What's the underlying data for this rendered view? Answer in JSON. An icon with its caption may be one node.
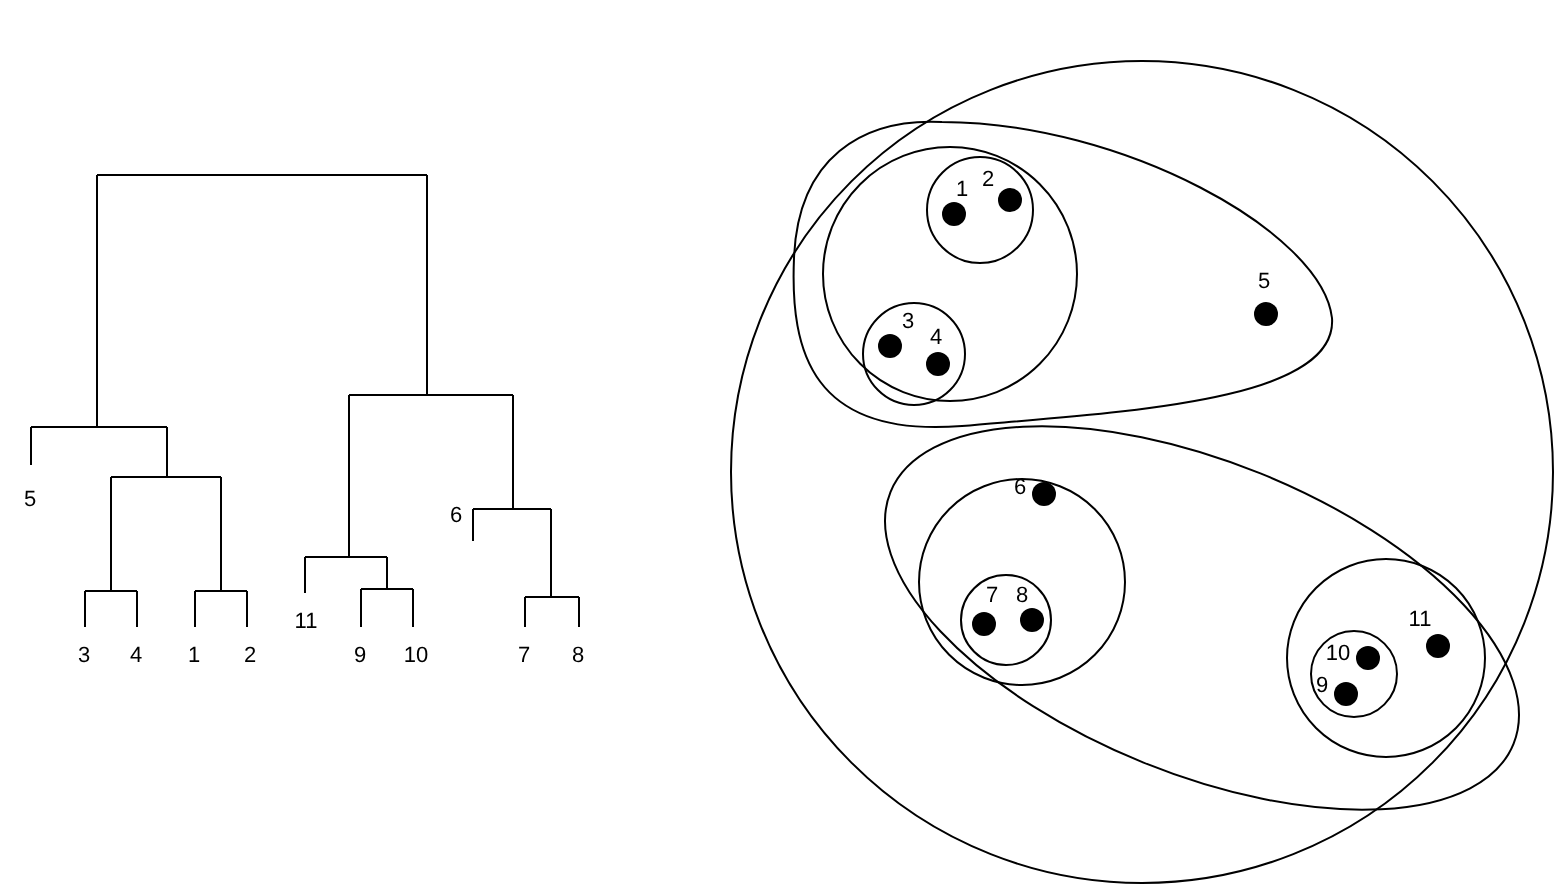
{
  "diagram": {
    "nodes": [
      {
        "text": [],
        "shape": "circle"
      },
      {
        "text": [],
        "shape": "oval",
        "in": 0
      },
      {
        "text": [],
        "shape": "circle",
        "in": 1
      },
      {
        "text": [],
        "shape": "circle",
        "in": 2
      },
      {
        "text": [],
        "shape": "dot",
        "in": 3,
        "beside": [
          "1"
        ]
      },
      {
        "text": [],
        "shape": "dot",
        "in": 3,
        "beside": [
          "2"
        ]
      },
      {
        "text": [],
        "shape": "circle",
        "in": 2
      },
      {
        "text": [],
        "shape": "dot",
        "in": 6,
        "beside": [
          "3"
        ]
      },
      {
        "text": [],
        "shape": "dot",
        "in": 6,
        "beside": [
          "4"
        ]
      },
      {
        "text": [],
        "shape": "dot",
        "in": 1,
        "beside": [
          "5"
        ]
      },
      {
        "text": [],
        "shape": "oval",
        "in": 0
      },
      {
        "text": [],
        "shape": "circle",
        "in": 10
      },
      {
        "text": [],
        "shape": "dot",
        "in": 11,
        "beside": [
          "6"
        ]
      },
      {
        "text": [],
        "shape": "circle",
        "in": 11
      },
      {
        "text": [],
        "shape": "dot",
        "in": 13,
        "beside": [
          "7"
        ]
      },
      {
        "text": [],
        "shape": "dot",
        "in": 13,
        "beside": [
          "8"
        ]
      },
      {
        "text": [],
        "shape": "circle",
        "in": 10
      },
      {
        "text": [],
        "shape": "circle",
        "in": 16
      },
      {
        "text": [],
        "shape": "dot",
        "in": 17,
        "beside": [
          "10"
        ]
      },
      {
        "text": [],
        "shape": "dot",
        "in": 17,
        "beside": [
          "9"
        ]
      },
      {
        "text": [],
        "shape": "dot",
        "in": 16,
        "beside": [
          "11"
        ]
      }
    ],
    "labels": [
      "5",
      "3",
      "4",
      "1",
      "2",
      "11",
      "9",
      "10",
      "6",
      "7",
      "8"
    ]
  }
}
